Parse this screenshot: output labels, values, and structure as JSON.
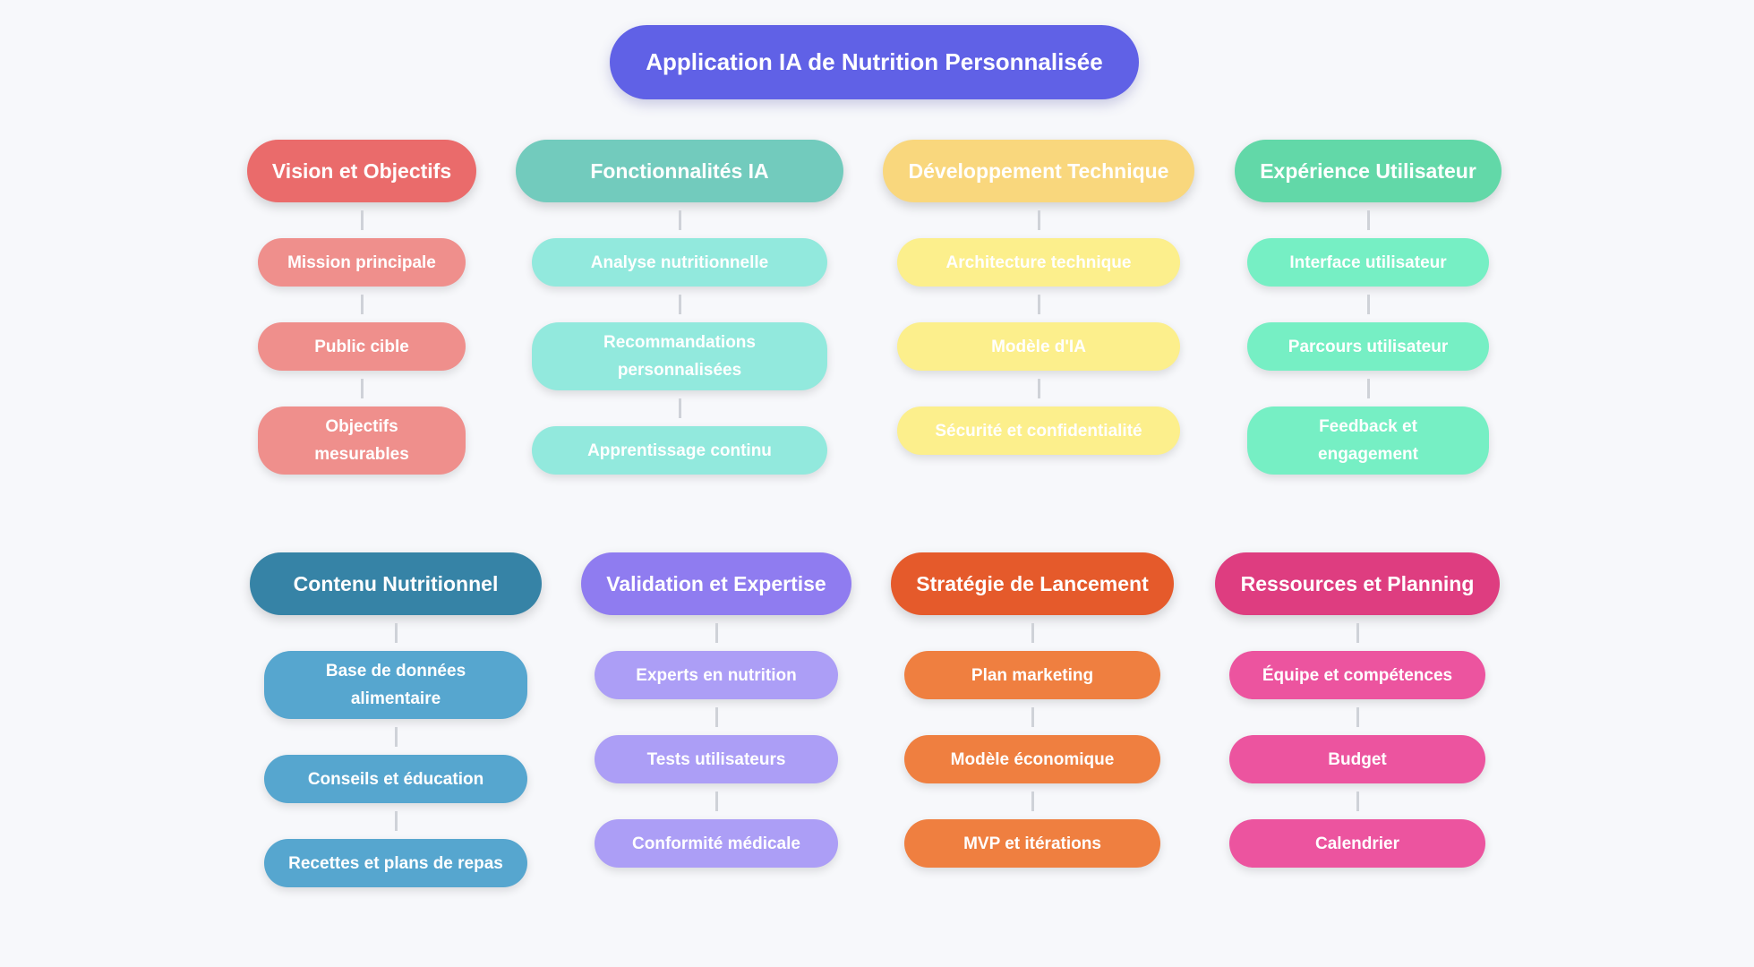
{
  "title": "Application IA de Nutrition Personnalisée",
  "categories": [
    {
      "label": "Vision et Objectifs",
      "color": "#ea6b6b",
      "sub_color": "#ef8f8c",
      "items": [
        "Mission principale",
        "Public cible",
        "Objectifs mesurables"
      ]
    },
    {
      "label": "Fonctionnalités IA",
      "color": "#72cbbd",
      "sub_color": "#92e9dd",
      "items": [
        "Analyse nutritionnelle",
        "Recommandations personnalisées",
        "Apprentissage continu"
      ]
    },
    {
      "label": "Développement Technique",
      "color": "#f9d77d",
      "sub_color": "#fcef8c",
      "items": [
        "Architecture technique",
        "Modèle d'IA",
        "Sécurité et confidentialité"
      ]
    },
    {
      "label": "Expérience Utilisateur",
      "color": "#62d8a8",
      "sub_color": "#76efc4",
      "items": [
        "Interface utilisateur",
        "Parcours utilisateur",
        "Feedback et engagement"
      ]
    },
    {
      "label": "Contenu Nutritionnel",
      "color": "#3683a6",
      "sub_color": "#56a6cf",
      "items": [
        "Base de données alimentaire",
        "Conseils et éducation",
        "Recettes et plans de repas"
      ]
    },
    {
      "label": "Validation et Expertise",
      "color": "#8f7cf0",
      "sub_color": "#ac9ef6",
      "items": [
        "Experts en nutrition",
        "Tests utilisateurs",
        "Conformité médicale"
      ]
    },
    {
      "label": "Stratégie de Lancement",
      "color": "#e55a2b",
      "sub_color": "#ef7f40",
      "items": [
        "Plan marketing",
        "Modèle économique",
        "MVP et itérations"
      ]
    },
    {
      "label": "Ressources et Planning",
      "color": "#de3d80",
      "sub_color": "#ec549f",
      "items": [
        "Équipe et compétences",
        "Budget",
        "Calendrier"
      ]
    }
  ]
}
